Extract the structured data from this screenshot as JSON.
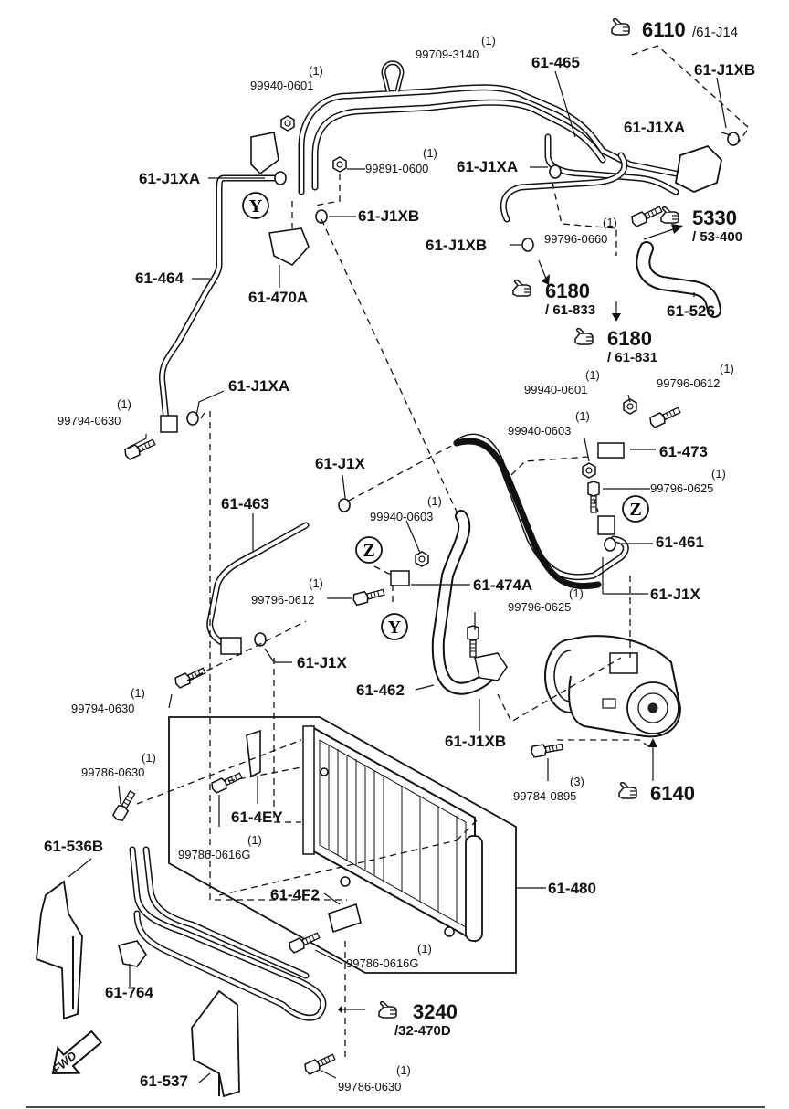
{
  "labels": {
    "p_99709_3140": "99709-3140",
    "q_99709_3140": "(1)",
    "p_61_465": "61-465",
    "p_99940_0601_top": "99940-0601",
    "q_99940_0601_top": "(1)",
    "p_61_j1xa_1": "61-J1XA",
    "p_99891_0600": "99891-0600",
    "q_99891_0600": "(1)",
    "p_61_j1xa_2": "61-J1XA",
    "p_61_j1xa_3": "61-J1XA",
    "p_61_j1xb_1": "61-J1XB",
    "p_61_j1xb_2": "61-J1XB",
    "p_61_j1xb_3": "61-J1XB",
    "p_61_j1xb_4": "61-J1XB",
    "p_99796_0660": "99796-0660",
    "q_99796_0660": "(1)",
    "p_61_464": "61-464",
    "p_61_470a": "61-470A",
    "p_61_526": "61-526",
    "p_61_j1xa_4": "61-J1XA",
    "p_99794_0630_1": "99794-0630",
    "q_99794_0630_1": "(1)",
    "p_99940_0601_r": "99940-0601",
    "q_99940_0601_r": "(1)",
    "p_99796_0612_r": "99796-0612",
    "q_99796_0612_r": "(1)",
    "p_99940_0603_r": "99940-0603",
    "q_99940_0603_r": "(1)",
    "p_61_473": "61-473",
    "p_99796_0625_r": "99796-0625",
    "q_99796_0625_r": "(1)",
    "p_61_j1x_1": "61-J1X",
    "p_61_463": "61-463",
    "p_99940_0603_m": "99940-0603",
    "q_99940_0603_m": "(1)",
    "p_61_461": "61-461",
    "p_61_474a": "61-474A",
    "p_99796_0612_m": "99796-0612",
    "q_99796_0612_m": "(1)",
    "p_61_j1x_2": "61-J1X",
    "p_99796_0625_m": "99796-0625",
    "q_99796_0625_m": "(1)",
    "p_61_j1x_3": "61-J1X",
    "p_99794_0630_2": "99794-0630",
    "q_99794_0630_2": "(1)",
    "p_61_462": "61-462",
    "p_99786_0630_1": "99786-0630",
    "q_99786_0630_1": "(1)",
    "p_61_4ey": "61-4EY",
    "p_99784_0895": "99784-0895",
    "q_99784_0895": "(3)",
    "p_99786_0616g_1": "99786-0616G",
    "q_99786_0616g_1": "(1)",
    "p_61_536b": "61-536B",
    "p_61_480": "61-480",
    "p_61_4f2": "61-4F2",
    "p_99786_0616g_2": "99786-0616G",
    "q_99786_0616g_2": "(1)",
    "p_61_764": "61-764",
    "p_61_537": "61-537",
    "p_99786_0630_2": "99786-0630",
    "q_99786_0630_2": "(1)"
  },
  "refs": {
    "r_6110": "6110",
    "r_6110_sub": "/61-J14",
    "r_5330": "5330",
    "r_5330_sub": "/ 53-400",
    "r_6180_a": "6180",
    "r_6180_a_sub": "/ 61-833",
    "r_6180_b": "6180",
    "r_6180_b_sub": "/ 61-831",
    "r_6140": "6140",
    "r_3240": "3240",
    "r_3240_sub": "/32-470D"
  },
  "callouts": {
    "y_top": "Y",
    "y_mid": "Y",
    "z_right": "Z",
    "z_mid": "Z"
  },
  "fwd": "FWD",
  "icons": [
    "pointing-hand-icon",
    "fwd-arrow-icon"
  ]
}
